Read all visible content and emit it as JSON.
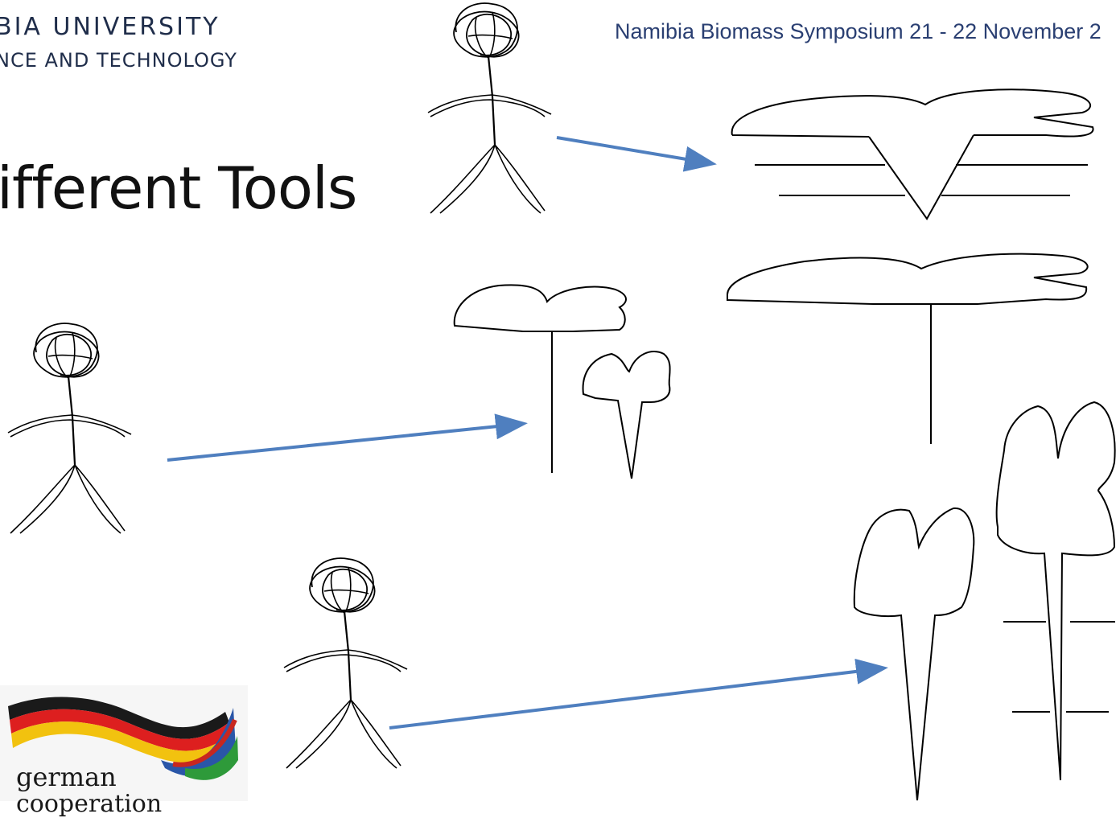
{
  "header": {
    "university_line1": "BIA UNIVERSITY",
    "university_line2": "NCE AND TECHNOLOGY",
    "symposium": "Namibia Biomass Symposium 21 - 22 November 2"
  },
  "slide": {
    "title": "ifferent Tools"
  },
  "logo": {
    "text_line1": "german",
    "text_line2": "cooperation",
    "flag_colors": [
      "#1a1a1a",
      "#dd1f1f",
      "#f2c20f",
      "#2a56a8",
      "#2e9a3a"
    ]
  },
  "colors": {
    "arrow": "#4f7fbf",
    "ink": "#000000"
  }
}
